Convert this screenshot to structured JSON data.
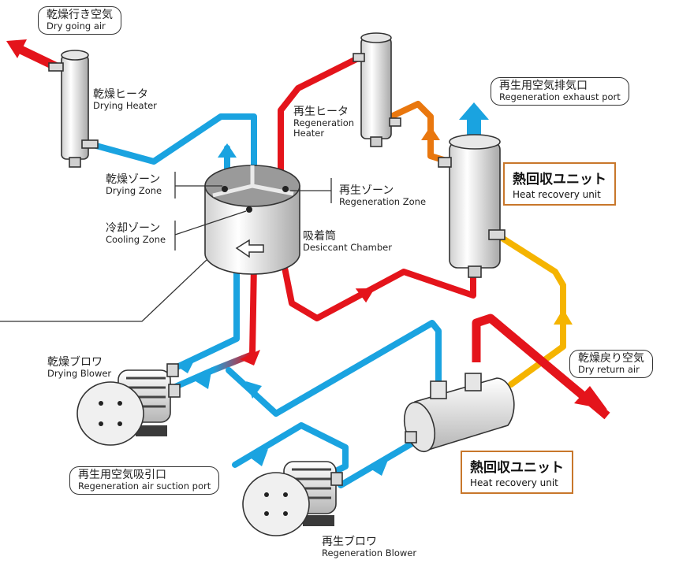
{
  "colors": {
    "dry_air": "#1aa3e0",
    "regeneration_hot": "#e4141b",
    "exhaust_orange": "#e9770e",
    "return_yellow": "#f5b400",
    "unit_box_border": "#c8772b"
  },
  "labels": {
    "dry_going_air": {
      "ja": "乾燥行き空気",
      "en": "Dry going air"
    },
    "drying_heater": {
      "ja": "乾燥ヒータ",
      "en": "Drying Heater"
    },
    "regeneration_heater": {
      "ja": "再生ヒータ",
      "en_line1": "Regeneration",
      "en_line2": "Heater"
    },
    "regeneration_exhaust": {
      "ja": "再生用空気排気口",
      "en": "Regeneration exhaust port"
    },
    "drying_zone": {
      "ja": "乾燥ゾーン",
      "en": "Drying Zone"
    },
    "regeneration_zone": {
      "ja": "再生ゾーン",
      "en": "Regeneration Zone"
    },
    "cooling_zone": {
      "ja": "冷却ゾーン",
      "en": "Cooling Zone"
    },
    "desiccant_chamber": {
      "ja": "吸着筒",
      "en": "Desiccant Chamber"
    },
    "heat_recovery_top": {
      "ja": "熱回収ユニット",
      "en": "Heat recovery unit"
    },
    "heat_recovery_bottom": {
      "ja": "熱回収ユニット",
      "en": "Heat recovery unit"
    },
    "drying_blower": {
      "ja": "乾燥ブロワ",
      "en": "Drying Blower"
    },
    "dry_return_air": {
      "ja": "乾燥戻り空気",
      "en": "Dry return air"
    },
    "regeneration_suction": {
      "ja": "再生用空気吸引口",
      "en": "Regeneration air suction port"
    },
    "regeneration_blower": {
      "ja": "再生ブロワ",
      "en": "Regeneration Blower"
    }
  }
}
